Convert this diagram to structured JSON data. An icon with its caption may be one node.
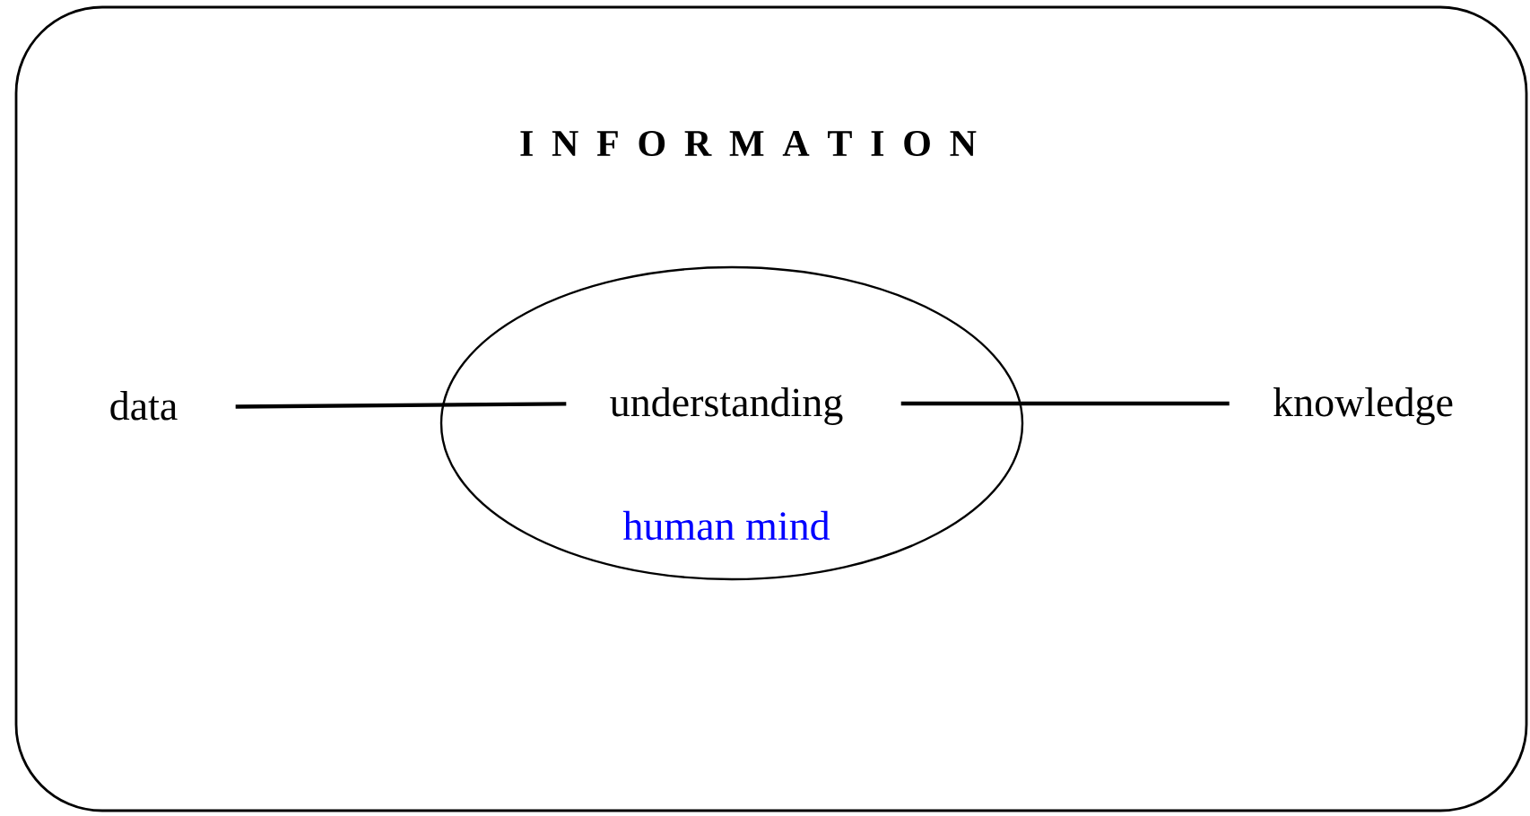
{
  "diagram": {
    "nodes": [
      {
        "text": [
          "I N F O R M A T I O N"
        ]
      },
      {
        "text": [
          "data"
        ],
        "in": 0
      },
      {
        "text": [
          "human mind"
        ],
        "in": 0
      },
      {
        "text": [
          "understanding"
        ],
        "in": 2
      },
      {
        "text": [
          "knowledge"
        ],
        "in": 0
      }
    ],
    "edges": [
      {
        "from": 1,
        "to": 3,
        "arrow": "none"
      },
      {
        "from": 3,
        "to": 4,
        "arrow": "none"
      }
    ]
  }
}
